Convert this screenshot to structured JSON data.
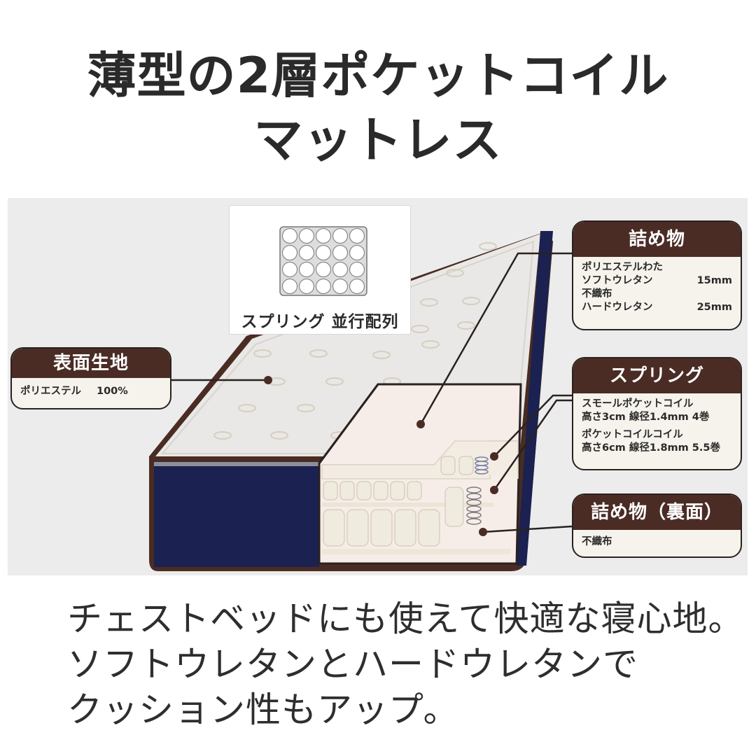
{
  "title": {
    "line1": "薄型の2層ポケットコイル",
    "line2": "マットレス"
  },
  "inset": {
    "label": "スプリング 並行配列",
    "grid": {
      "rows": 4,
      "cols": 5
    }
  },
  "callouts": {
    "surface": {
      "heading": "表面生地",
      "rows": [
        {
          "name": "ポリエステル",
          "value": "100%"
        }
      ]
    },
    "filling_top": {
      "heading": "詰め物",
      "rows": [
        {
          "name": "ポリエステルわた",
          "value": ""
        },
        {
          "name": "ソフトウレタン",
          "value": "15mm"
        },
        {
          "name": "不織布",
          "value": ""
        },
        {
          "name": "ハードウレタン",
          "value": "25mm"
        }
      ]
    },
    "spring": {
      "heading": "スプリング",
      "items": [
        {
          "name": "スモールポケットコイル",
          "spec": "高さ3cm 線径1.4mm 4巻"
        },
        {
          "name": "ポケットコイルコイル",
          "spec": "高さ6cm 線径1.8mm 5.5巻"
        }
      ]
    },
    "filling_bottom": {
      "heading": "詰め物（裏面）",
      "rows": [
        {
          "name": "不織布",
          "value": ""
        }
      ]
    }
  },
  "body": {
    "line1": "チェストベッドにも使えて快適な寝心地。",
    "line2": "ソフトウレタンとハードウレタンで",
    "line3": "クッション性もアップ。"
  },
  "colors": {
    "panel_bg": "#ececec",
    "callout_header": "#4a2c25",
    "callout_body": "#f6f3ec",
    "mattress_side": "#1b2150",
    "mattress_edge": "#4a2c22",
    "mattress_top": "#e9e8e6",
    "cutaway": "#f7ede8"
  }
}
